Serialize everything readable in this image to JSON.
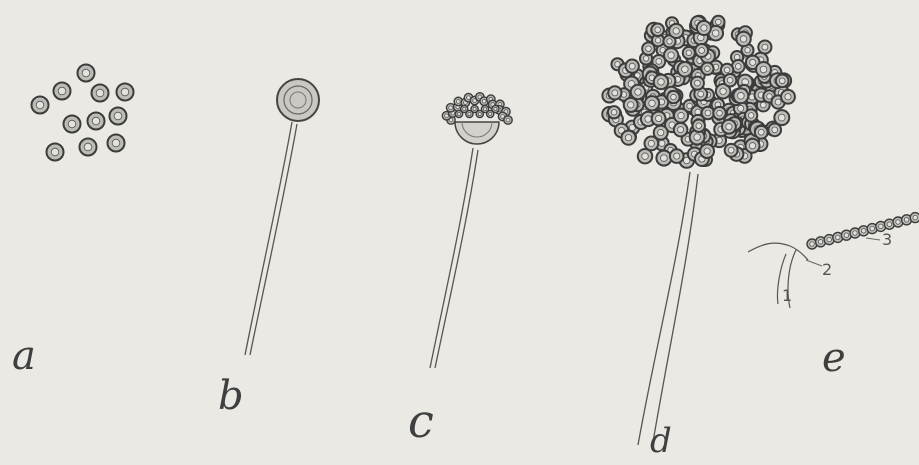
{
  "panels": [
    {
      "id": "a",
      "label": "a"
    },
    {
      "id": "b",
      "label": "b"
    },
    {
      "id": "c",
      "label": "c"
    },
    {
      "id": "d",
      "label": "d"
    },
    {
      "id": "e",
      "label": "e"
    }
  ],
  "part_labels": [
    "1",
    "2",
    "3"
  ],
  "colors": {
    "paper": "#eae9e3",
    "ink": "#4a4a4a"
  }
}
